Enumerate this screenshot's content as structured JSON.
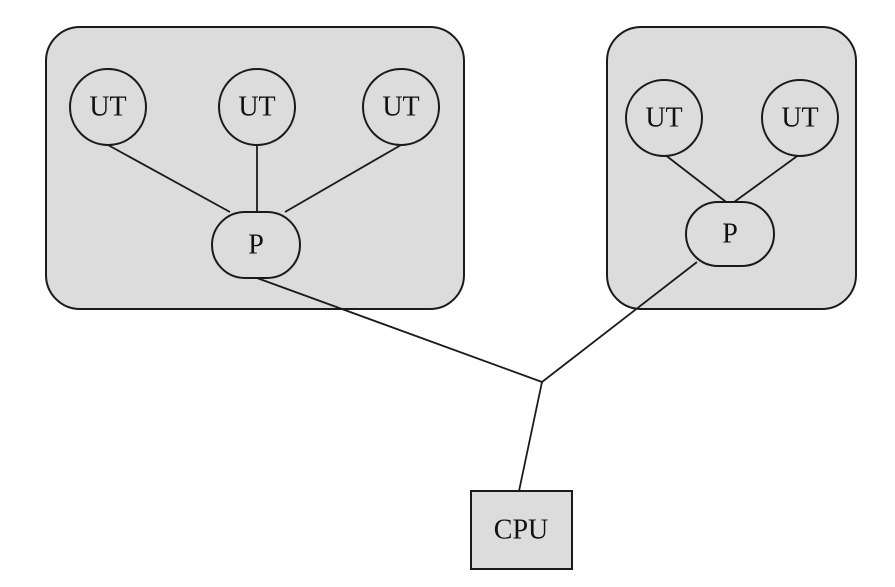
{
  "colors": {
    "background": "#ffffff",
    "group_fill": "#dcdcdc",
    "node_fill": "#dcdcdc",
    "stroke": "#1a1a1a"
  },
  "left_group": {
    "user_terminals": [
      {
        "label": "UT"
      },
      {
        "label": "UT"
      },
      {
        "label": "UT"
      }
    ],
    "processor": {
      "label": "P"
    }
  },
  "right_group": {
    "user_terminals": [
      {
        "label": "UT"
      },
      {
        "label": "UT"
      }
    ],
    "processor": {
      "label": "P"
    }
  },
  "cpu": {
    "label": "CPU"
  }
}
